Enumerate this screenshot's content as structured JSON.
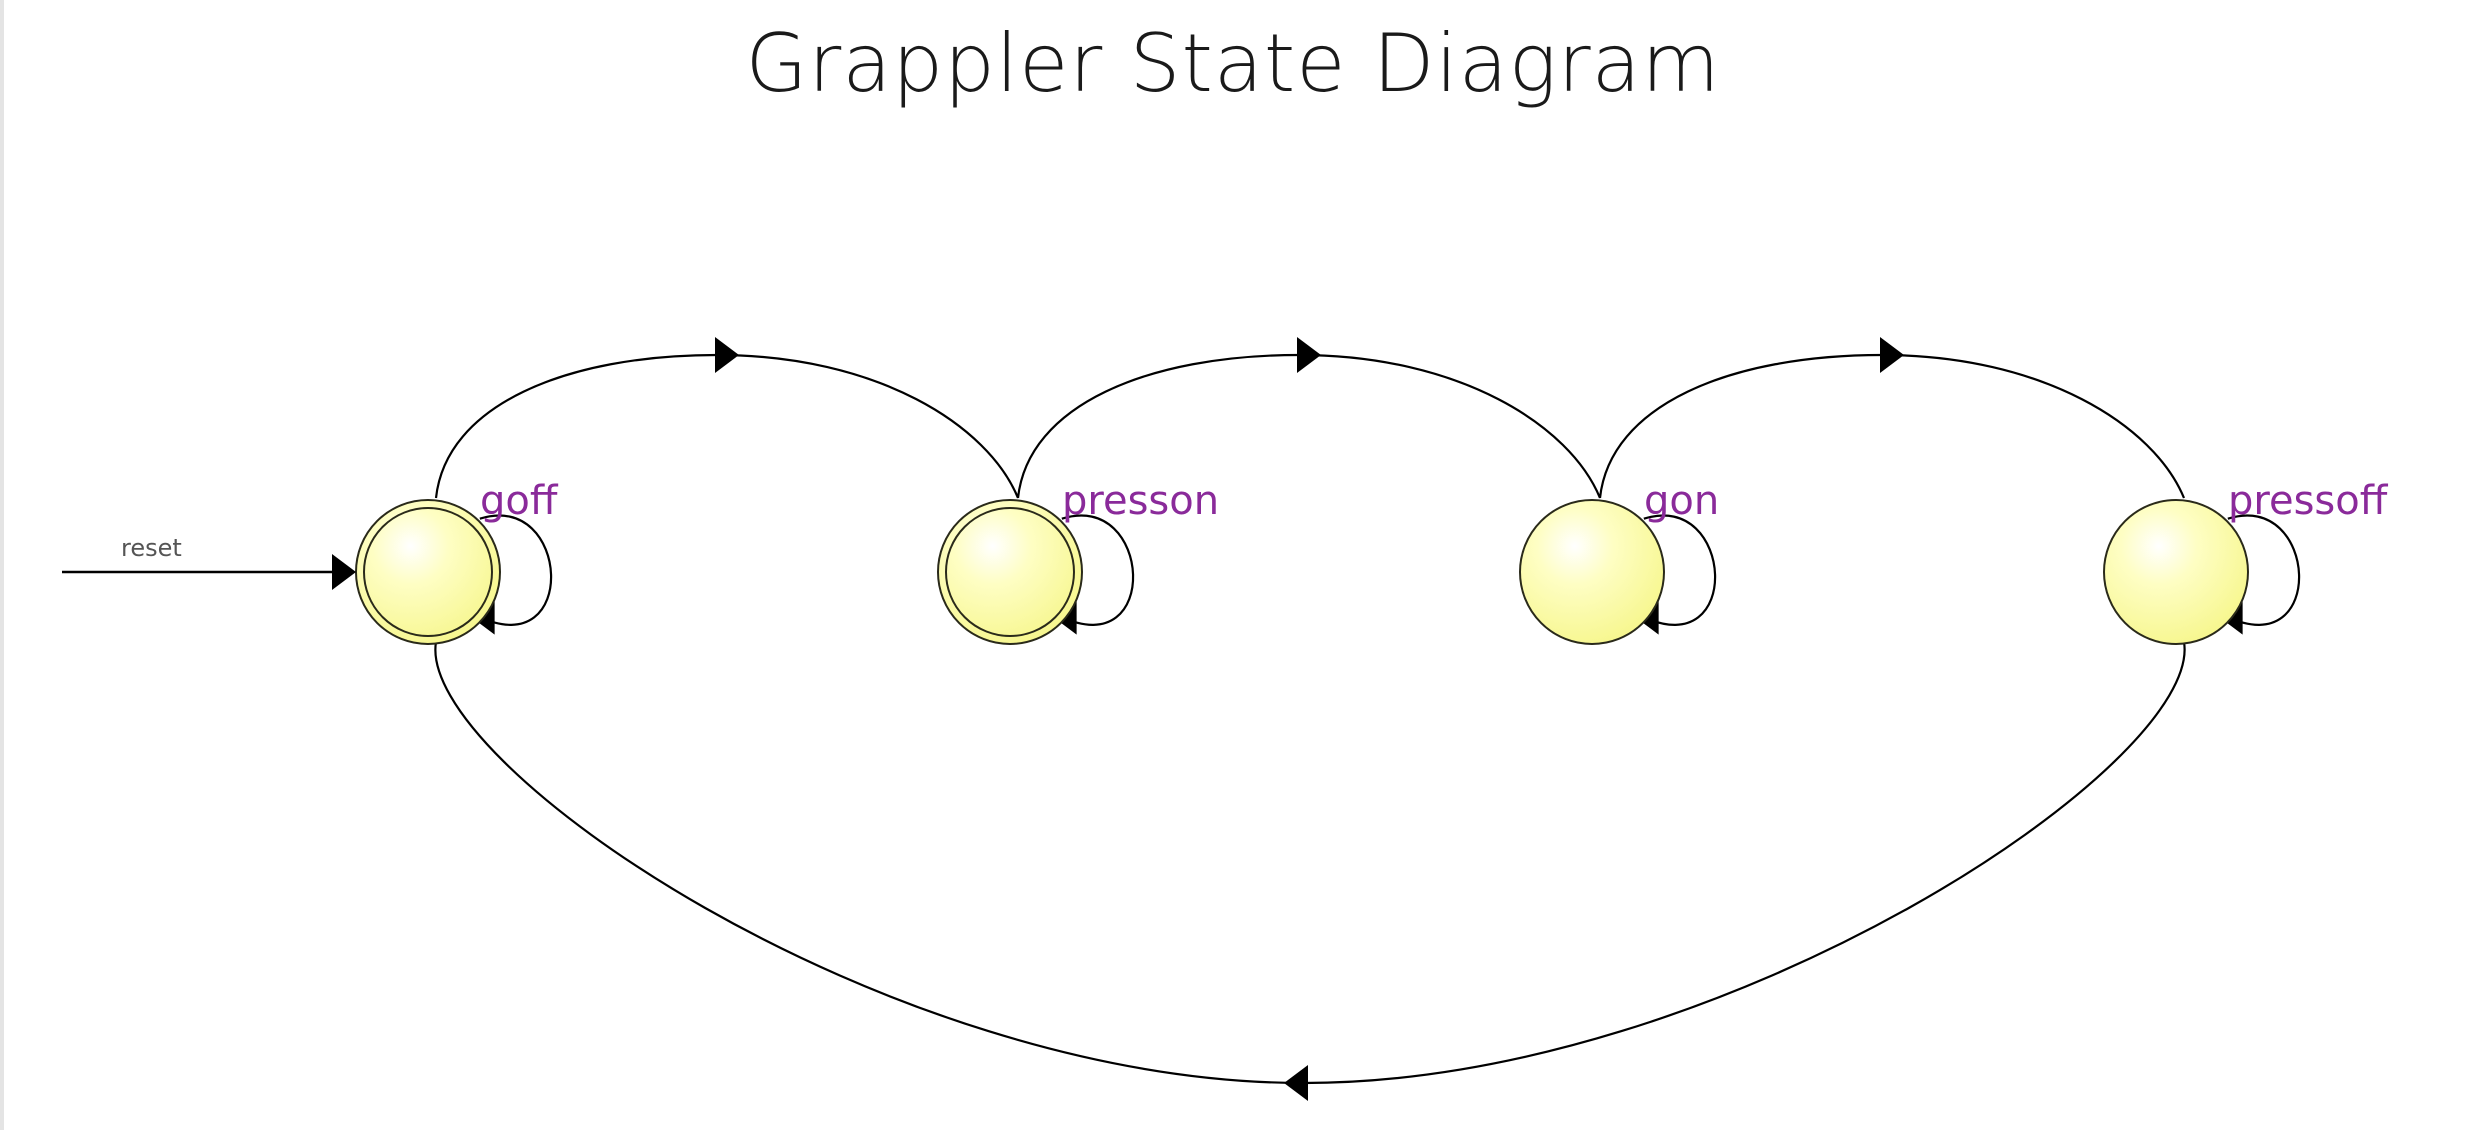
{
  "title": "Grappler State Diagram",
  "colors": {
    "state_fill": "#fbfb9a",
    "state_stroke": "#2a2a1a",
    "label": "#8a2a9a",
    "edge": "#000000",
    "reset_text": "#555555"
  },
  "start": {
    "label": "reset",
    "target": "goff"
  },
  "states": [
    {
      "id": "goff",
      "label": "goff",
      "accepting": true,
      "initial": true
    },
    {
      "id": "presson",
      "label": "presson",
      "accepting": true,
      "initial": false
    },
    {
      "id": "gon",
      "label": "gon",
      "accepting": false,
      "initial": false
    },
    {
      "id": "pressoff",
      "label": "pressoff",
      "accepting": false,
      "initial": false
    }
  ],
  "transitions": [
    {
      "from": "goff",
      "to": "goff"
    },
    {
      "from": "goff",
      "to": "presson"
    },
    {
      "from": "presson",
      "to": "presson"
    },
    {
      "from": "presson",
      "to": "gon"
    },
    {
      "from": "gon",
      "to": "gon"
    },
    {
      "from": "gon",
      "to": "pressoff"
    },
    {
      "from": "pressoff",
      "to": "pressoff"
    },
    {
      "from": "pressoff",
      "to": "goff"
    }
  ]
}
